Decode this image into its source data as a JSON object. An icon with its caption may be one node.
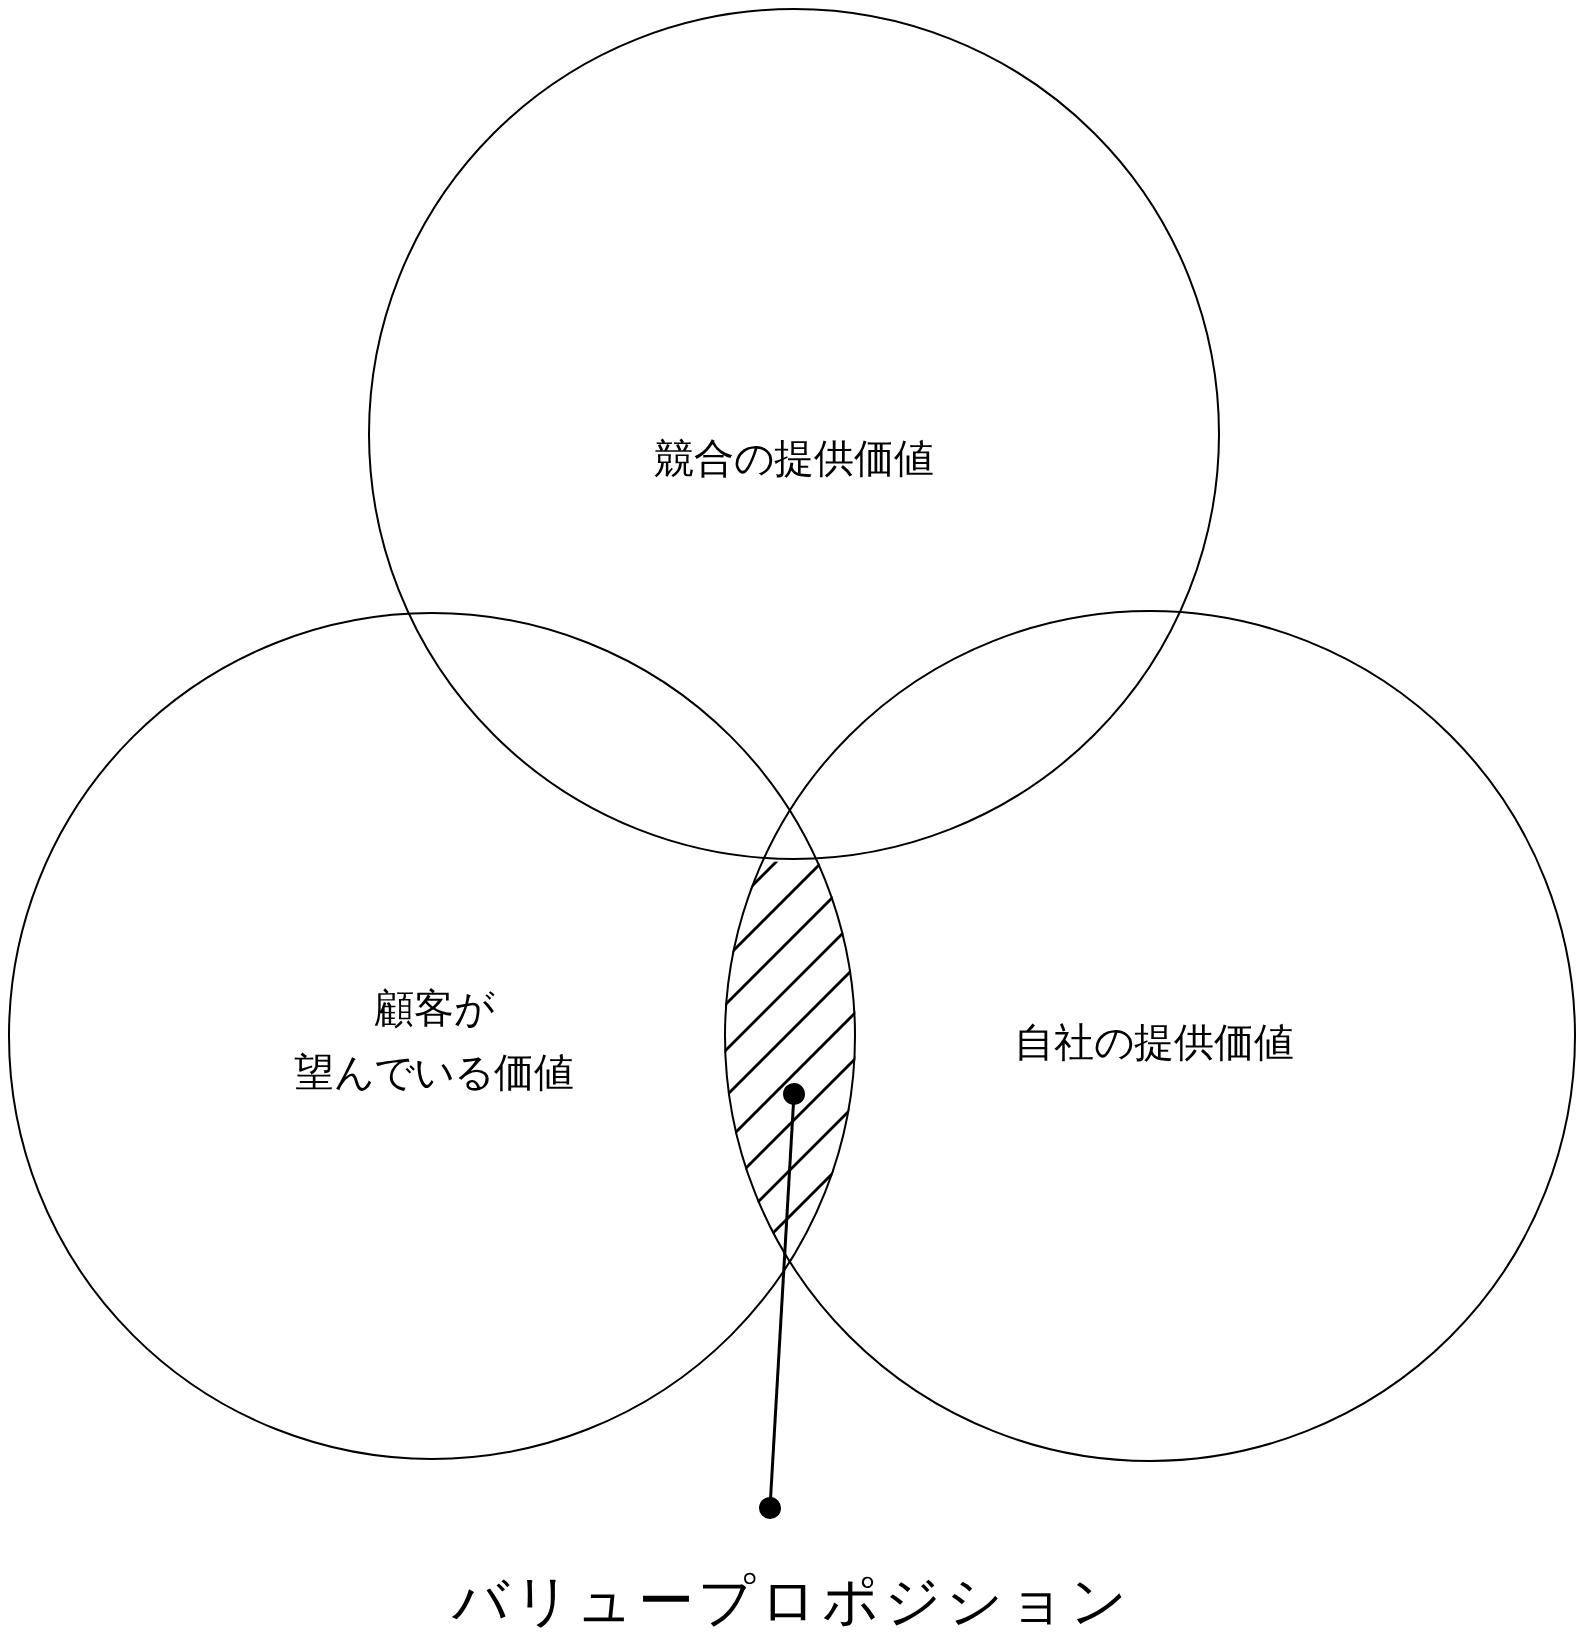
{
  "diagram": {
    "nodes": [
      {
        "text": [
          "競合の提供価値"
        ]
      },
      {
        "text": [
          "顧客が望んでいる価値"
        ]
      },
      {
        "text": [
          "自社の提供価値"
        ]
      },
      {
        "text": [],
        "shape": "lens"
      },
      {
        "text": [
          "バリュープロポジション"
        ]
      }
    ],
    "edges": [
      {
        "from": 4,
        "to": 3,
        "arrow": "other"
      }
    ]
  }
}
